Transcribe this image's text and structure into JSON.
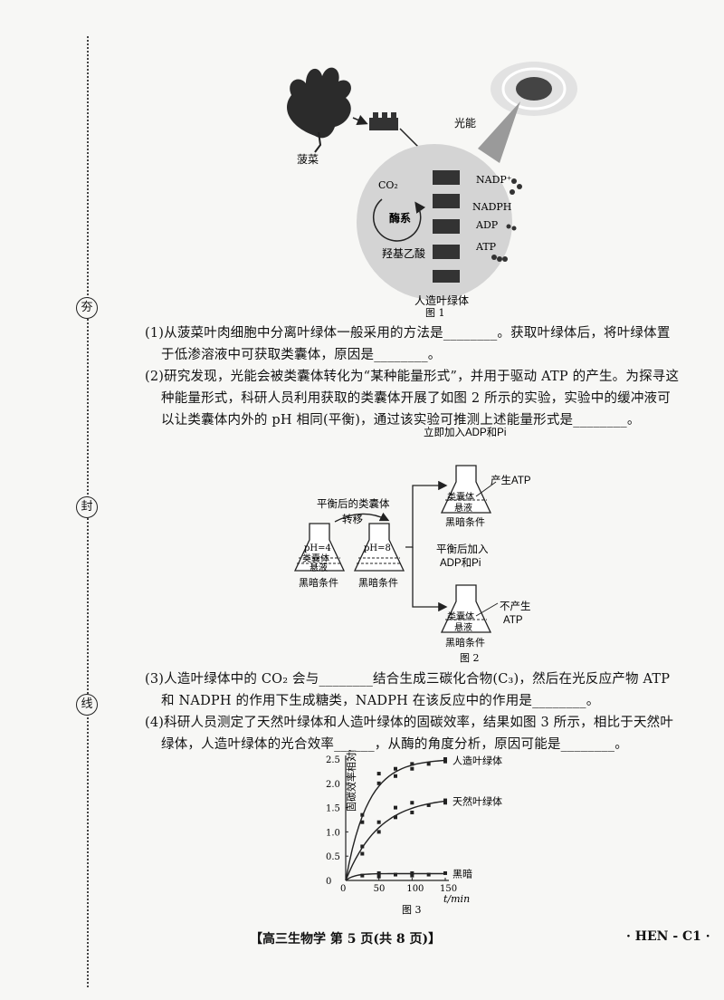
{
  "margin": {
    "char1": "夯",
    "char2": "封",
    "char3": "线"
  },
  "fig1": {
    "spinach": "菠菜",
    "light": "光能",
    "co2": "CO₂",
    "enzyme": "酶系",
    "product": "羟基乙酸",
    "nadp": "NADP⁺",
    "nadph": "NADPH",
    "adp": "ADP",
    "atp": "ATP",
    "title": "人造叶绿体",
    "caption": "图 1"
  },
  "questions": {
    "q1_l1": "(1)从菠菜叶肉细胞中分离叶绿体一般采用的方法是________。获取叶绿体后，将叶绿体置",
    "q1_l2": "于低渗溶液中可获取类囊体，原因是________。",
    "q2_l1": "(2)研究发现，光能会被类囊体转化为“某种能量形式”，并用于驱动 ATP 的产生。为探寻这",
    "q2_l2": "种能量形式，科研人员利用获取的类囊体开展了如图 2 所示的实验，实验中的缓冲液可",
    "q2_l3": "以让类囊体内外的 pH 相同(平衡)，通过该实验可推测上述能量形式是________。",
    "q3_l1": "(3)人造叶绿体中的 CO₂ 会与________结合生成三碳化合物(C₃)，然后在光反应产物 ATP",
    "q3_l2": "和 NADPH 的作用下生成糖类，NADPH 在该反应中的作用是________。",
    "q4_l1": "(4)科研人员测定了天然叶绿体和人造叶绿体的固碳效率，结果如图 3 所示，相比于天然叶",
    "q4_l2": "绿体，人造叶绿体的光合效率______，从酶的角度分析，原因可能是________。"
  },
  "fig2": {
    "immediate": "立即加入ADP和Pi",
    "produce": "产生ATP",
    "balanced_thylakoid": "平衡后的类囊体",
    "transfer": "转移",
    "ph4": "pH=4",
    "ph8": "pH=8",
    "thylakoid": "类囊体",
    "suspension": "悬液",
    "dark": "黑暗条件",
    "after_balance_1": "平衡后加入",
    "after_balance_2": "ADP和Pi",
    "no_produce_1": "不产生",
    "no_produce_2": "ATP",
    "caption": "图 2"
  },
  "chart_data": {
    "type": "scatter",
    "ylabel": "固碳效率相对值",
    "xlabel": "t/min",
    "xlim": [
      0,
      150
    ],
    "ylim": [
      0,
      2.5
    ],
    "x_ticks": [
      "0",
      "50",
      "100",
      "150"
    ],
    "y_ticks": [
      "0",
      "0.5",
      "1.0",
      "1.5",
      "2.0",
      "2.5"
    ],
    "series": [
      {
        "name": "人造叶绿体",
        "x": [
          25,
          25,
          50,
          50,
          75,
          75,
          100,
          100,
          125,
          150,
          150
        ],
        "y": [
          1.2,
          1.35,
          2.0,
          2.2,
          2.15,
          2.3,
          2.3,
          2.4,
          2.4,
          2.45,
          2.5
        ],
        "curve_max": 2.5,
        "curve_k": 0.03
      },
      {
        "name": "天然叶绿体",
        "x": [
          25,
          25,
          50,
          50,
          75,
          75,
          100,
          100,
          125,
          150,
          150
        ],
        "y": [
          0.55,
          0.7,
          1.2,
          1.0,
          1.3,
          1.5,
          1.4,
          1.6,
          1.55,
          1.6,
          1.65
        ],
        "curve_max": 1.72,
        "curve_k": 0.02
      },
      {
        "name": "黑暗",
        "x": [
          25,
          50,
          50,
          75,
          100,
          100,
          125,
          150
        ],
        "y": [
          0.1,
          0.08,
          0.15,
          0.12,
          0.1,
          0.15,
          0.12,
          0.15
        ],
        "curve_max": 0.14,
        "curve_k": 0.08
      }
    ],
    "caption": "图 3"
  },
  "footer": {
    "left": "【高三生物学  第 5 页(共 8 页)】",
    "right": "· HEN - C1 ·"
  }
}
